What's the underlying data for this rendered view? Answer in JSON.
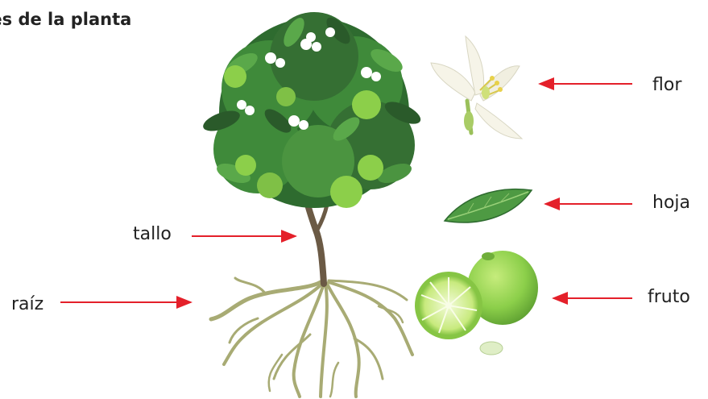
{
  "diagram": {
    "title": "rtes de la planta",
    "labels": {
      "flor": "flor",
      "hoja": "hoja",
      "fruto": "fruto",
      "tallo": "tallo",
      "raiz": "raíz"
    },
    "colors": {
      "arrow": "#e4202a",
      "leaf_dark": "#2e6b2f",
      "leaf_mid": "#3f8a3a",
      "leaf_light": "#5aa84a",
      "lime": "#8ccf4a",
      "trunk": "#6b5a45",
      "root": "#a8ab74",
      "petal": "#f6f4e8"
    }
  }
}
